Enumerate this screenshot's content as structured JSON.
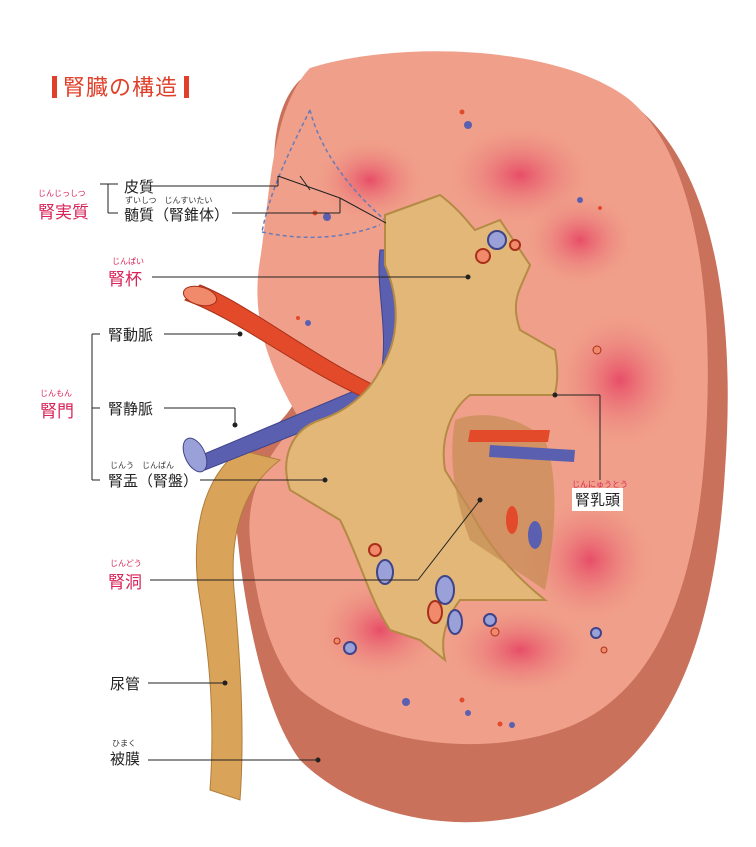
{
  "title": "腎臓の構造",
  "accent_color": "#e0402a",
  "term_color": "#d8245a",
  "labels": {
    "hishitsu": "皮質",
    "zuishitsu": "髄質（腎錐体）",
    "zuishitsu_ruby": "ずいしつ　じんすいたい",
    "jinjisshitsu": "腎実質",
    "jinjisshitsu_ruby": "じんじっしつ",
    "jinpai": "腎杯",
    "jinpai_ruby": "じんぱい",
    "jindomyaku": "腎動脈",
    "jinmon": "腎門",
    "jinmon_ruby": "じんもん",
    "jinjomyaku": "腎静脈",
    "jinu": "腎盂（腎盤）",
    "jinu_ruby": "じんう　じんばん",
    "jinnyuto": "腎乳頭",
    "jinnyuto_ruby": "じんにゅうとう",
    "jindo": "腎洞",
    "jindo_ruby": "じんどう",
    "nyokan": "尿管",
    "himaku": "被膜",
    "himaku_ruby": "ひまく"
  },
  "colors": {
    "capsule": "#c9715a",
    "cortex": "#f0a08a",
    "pyramid": "#e8546e",
    "pelvis": "#e2b778",
    "artery": "#e24a2a",
    "vein": "#5a5fb0"
  }
}
